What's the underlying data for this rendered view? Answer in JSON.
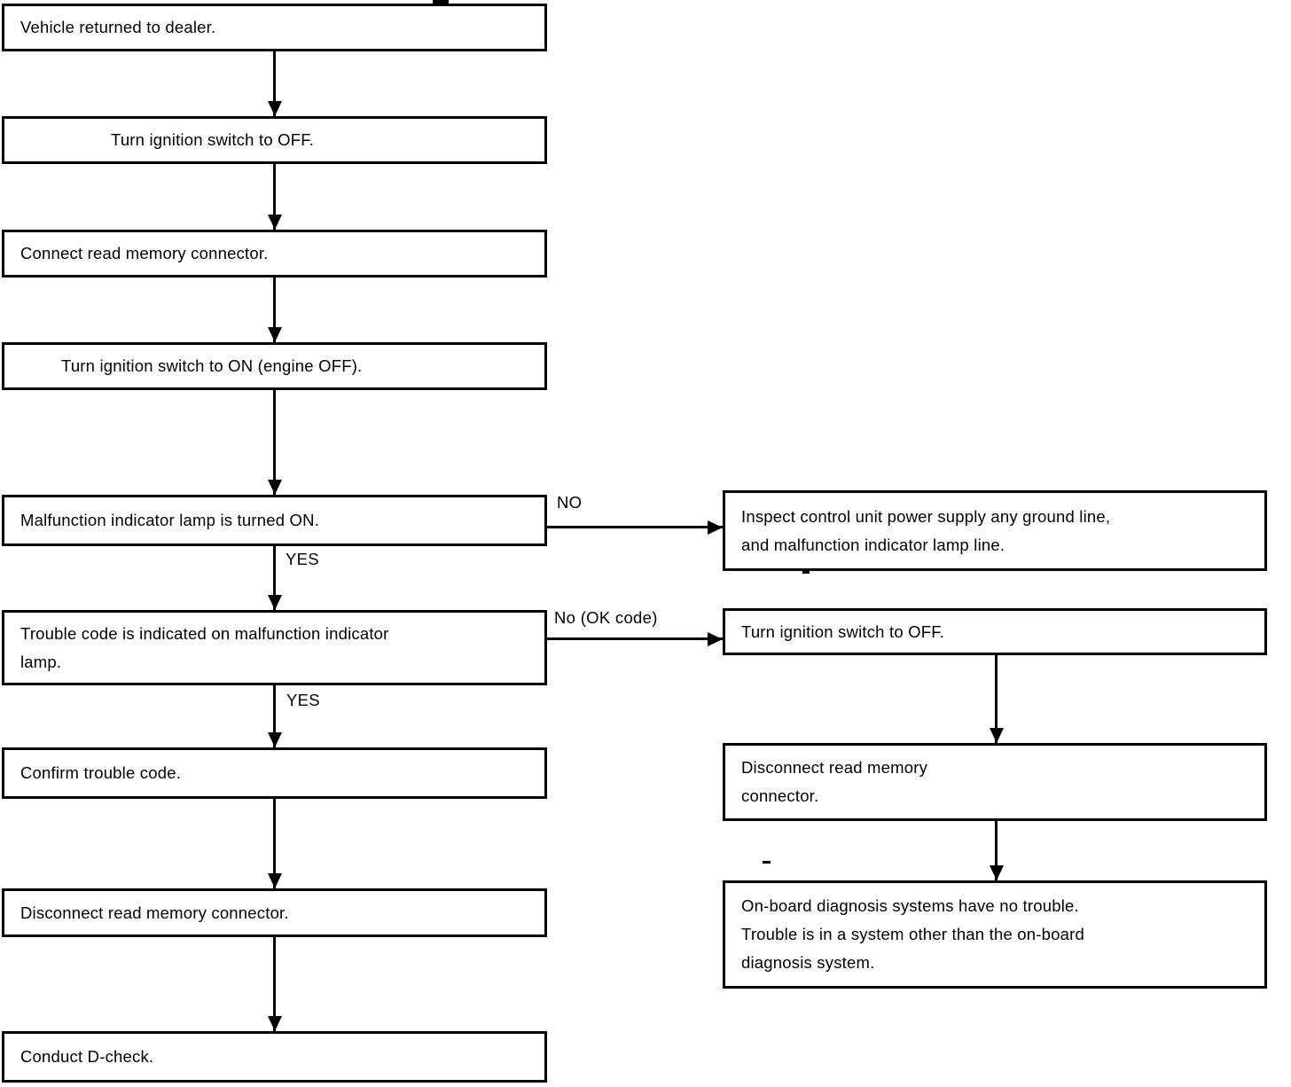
{
  "flowchart": {
    "main_path": [
      {
        "label": "Vehicle returned to dealer."
      },
      {
        "label": "Turn ignition switch to OFF."
      },
      {
        "label": "Connect read memory connector."
      },
      {
        "label": "Turn ignition switch to ON (engine OFF)."
      },
      {
        "label": "Malfunction indicator lamp is turned ON."
      },
      {
        "label": "Trouble code is indicated on malfunction indicator\nlamp."
      },
      {
        "label": "Confirm trouble code."
      },
      {
        "label": "Disconnect read memory connector."
      },
      {
        "label": "Conduct D-check."
      }
    ],
    "branch_path": [
      {
        "label": "Inspect control unit power supply any ground line,\nand malfunction indicator lamp line."
      },
      {
        "label": "Turn ignition switch to OFF."
      },
      {
        "label": "Disconnect read memory\nconnector."
      },
      {
        "label": "On-board diagnosis systems have no trouble.\nTrouble is in a system other than the on-board\ndiagnosis system."
      }
    ],
    "edge_labels": {
      "mil_no": "NO",
      "mil_yes": "YES",
      "code_no": "No (OK code)",
      "code_yes": "YES"
    },
    "colors": {
      "line": "#000000",
      "background": "#ffffff"
    }
  }
}
